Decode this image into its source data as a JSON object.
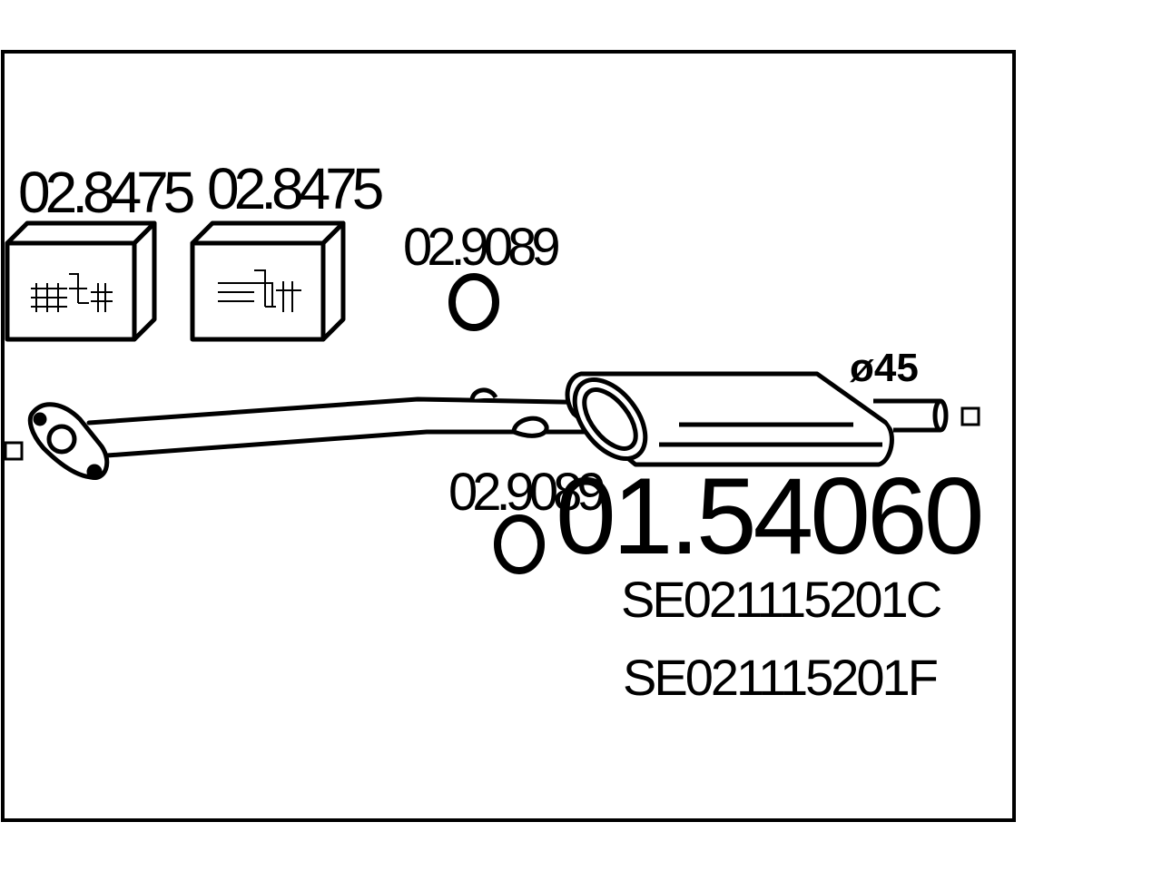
{
  "diagram": {
    "main_part_number": "01.54060",
    "oem_numbers": [
      "SE021115201C",
      "SE021115201F"
    ],
    "pipe_diameter_label": "ø45",
    "accessories": [
      {
        "part_number": "02.8475",
        "kind": "mounting-kit-box"
      },
      {
        "part_number": "02.8475",
        "kind": "mounting-kit-box"
      },
      {
        "part_number": "02.9089",
        "kind": "gasket-ring"
      },
      {
        "part_number": "02.9089",
        "kind": "gasket-ring"
      }
    ],
    "colors": {
      "line": "#000000",
      "background": "#ffffff"
    }
  }
}
